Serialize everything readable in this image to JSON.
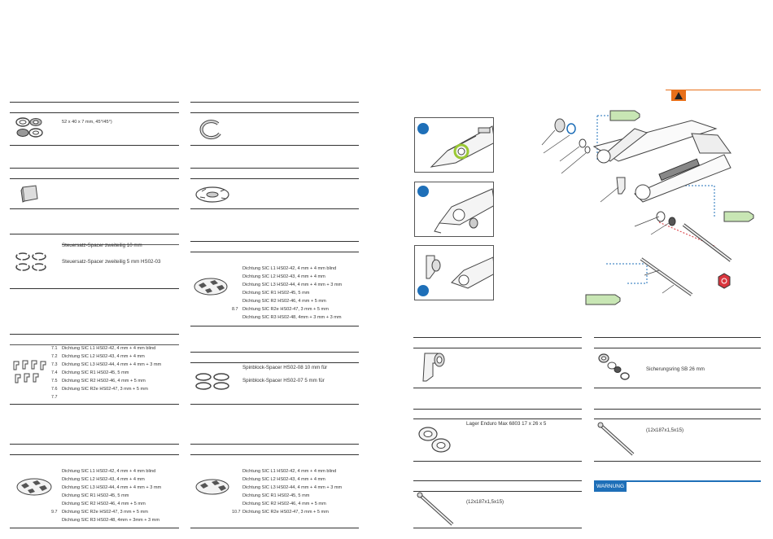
{
  "colors": {
    "accent_orange": "#e8701a",
    "accent_blue": "#1e6fb8",
    "grease_green": "#c8e6b4",
    "bolt_red": "#d9363e",
    "ring_green": "#9ac833"
  },
  "icons": [
    "headset-parts-icon",
    "retainer-clip-icon",
    "cap-icon",
    "seal-plate-icon",
    "spacer-rings-icon",
    "seal-set-icon",
    "grease-tube-icon",
    "warning-triangle-icon",
    "bolt-icon",
    "axle-icon",
    "bearing-icon"
  ],
  "col1": {
    "headset_desc": "52 x 40 x 7 mm, 45°/45°)",
    "spacer_a": "Steuersatz-Spacer zweiteilig 10 mm",
    "spacer_b": "Steuersatz-Spacer zweiteilig 5 mm HS02-03",
    "seals_a": [
      {
        "no": "7.1",
        "text": "Dichtung SIC L1 HS02-42, 4 mm + 4 mm blind"
      },
      {
        "no": "7.2",
        "text": "Dichtung SIC L2 HS02-43, 4 mm + 4 mm"
      },
      {
        "no": "7.3",
        "text": "Dichtung SIC L3 HS02-44, 4 mm + 4 mm + 3 mm"
      },
      {
        "no": "7.4",
        "text": "Dichtung SIC R1 HS02-45, 5 mm"
      },
      {
        "no": "7.5",
        "text": "Dichtung SIC R2 HS02-46, 4 mm + 5 mm"
      },
      {
        "no": "7.6",
        "text": "Dichtung SIC R2e HS02-47, 3 mm + 5 mm"
      },
      {
        "no": "7.7",
        "text": ""
      }
    ],
    "seals_b": [
      {
        "no": "",
        "text": "Dichtung SIC L1 HS02-42, 4 mm + 4 mm blind"
      },
      {
        "no": "",
        "text": "Dichtung SIC L2 HS02-43, 4 mm + 4 mm"
      },
      {
        "no": "",
        "text": "Dichtung SIC L3 HS02-44, 4 mm + 4 mm + 3 mm"
      },
      {
        "no": "",
        "text": "Dichtung SIC R1 HS02-45, 5 mm"
      },
      {
        "no": "",
        "text": "Dichtung SIC R2 HS02-46, 4 mm + 5 mm"
      },
      {
        "no": "9.7",
        "text": "Dichtung SIC R2e HS02-47, 3 mm + 5 mm"
      },
      {
        "no": "",
        "text": "Dichtung SIC R3 HS02-48, 4mm + 3mm + 3 mm"
      }
    ]
  },
  "col2": {
    "seals_a": [
      {
        "no": "",
        "text": "Dichtung SIC L1 HS02-42, 4 mm + 4 mm blind"
      },
      {
        "no": "",
        "text": "Dichtung SIC L2 HS02-43, 4 mm + 4 mm"
      },
      {
        "no": "",
        "text": "Dichtung SIC L3 HS02-44, 4 mm + 4 mm + 3 mm"
      },
      {
        "no": "",
        "text": "Dichtung SIC R1 HS02-45, 5 mm"
      },
      {
        "no": "",
        "text": "Dichtung SIC R2 HS02-46, 4 mm + 5 mm"
      },
      {
        "no": "8.7",
        "text": "Dichtung SIC R2e HS02-47, 3 mm + 5 mm"
      },
      {
        "no": "",
        "text": "Dichtung SIC R3 HS02-48, 4mm + 3 mm + 3 mm"
      }
    ],
    "spin_a": "Spinblock-Spacer HS02-08 10 mm für",
    "spin_b": "Spinblock-Spacer HS02-07 5 mm für",
    "seals_b": [
      {
        "no": "",
        "text": "Dichtung SIC L1 HS02-42, 4 mm + 4 mm blind"
      },
      {
        "no": "",
        "text": "Dichtung SIC L2 HS02-43, 4 mm + 4 mm"
      },
      {
        "no": "",
        "text": "Dichtung SIC L3 HS02-44, 4 mm + 4 mm + 3 mm"
      },
      {
        "no": "",
        "text": "Dichtung SIC R1 HS02-45, 5 mm"
      },
      {
        "no": "",
        "text": "Dichtung SIC R2 HS02-46, 4 mm + 5 mm"
      },
      {
        "no": "10.7",
        "text": "Dichtung SIC R2e HS02-47, 3 mm + 5 mm"
      }
    ]
  },
  "right": {
    "bearing": "Lager Enduro Max 6803 17 x 26 x 5",
    "axle_a": "(12x187x1,5x15)",
    "circlip": "Sicherungsring SB 26 mm",
    "axle_b": "(12x187x1,5x15)",
    "warning_label": "WARNUNG"
  }
}
